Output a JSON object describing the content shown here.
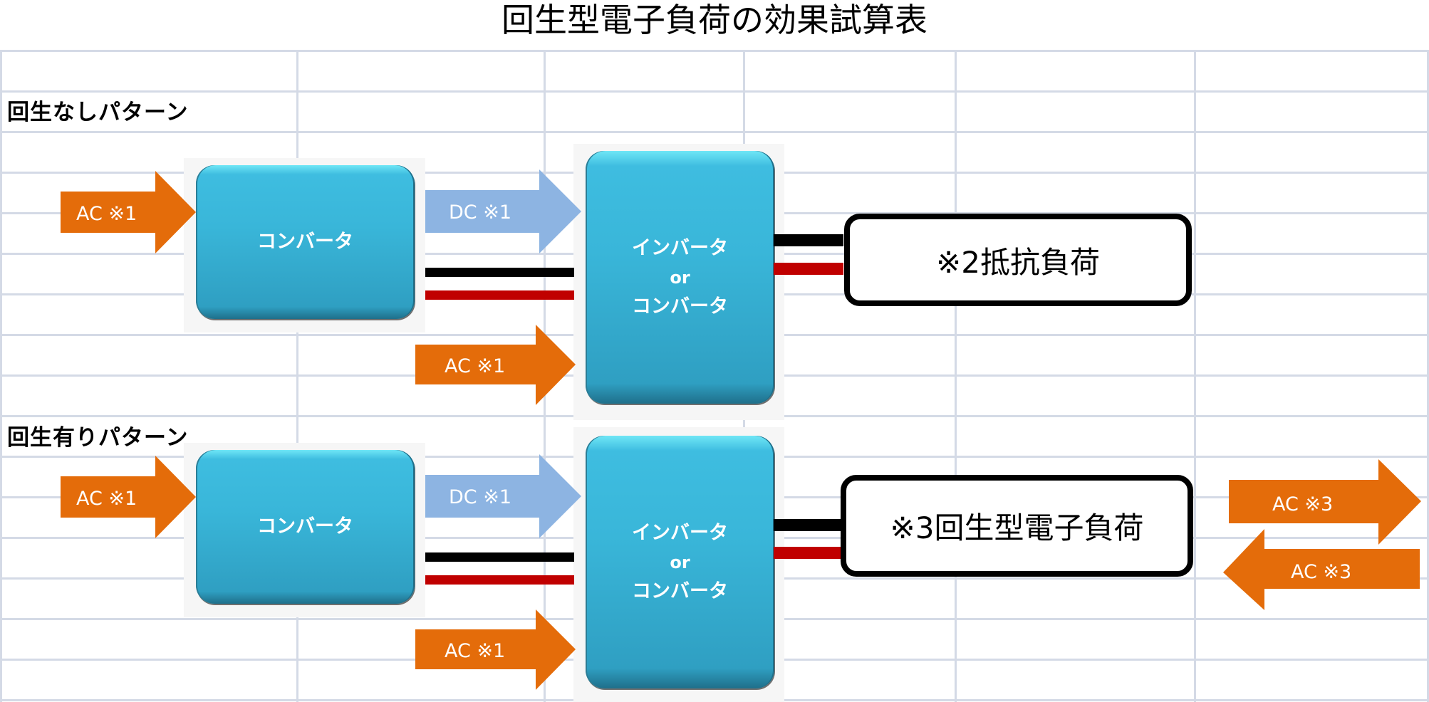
{
  "title": "回生型電子負荷の効果試算表",
  "colors": {
    "ac_arrow": "#e46c0a",
    "dc_arrow": "#8db4e2",
    "block_fill": "#39b6d9",
    "wire_negative": "#000000",
    "wire_positive": "#c00000",
    "gridline": "#d4dae6"
  },
  "sections": [
    {
      "label": "回生なしパターン",
      "input_arrow": "AC ※1",
      "converter": "コンバータ",
      "dc_arrow": "DC ※1",
      "ac_arrow": "AC ※1",
      "inverter": {
        "line1": "インバータ",
        "line2": "or",
        "line3": "コンバータ"
      },
      "load": "※2抵抗負荷"
    },
    {
      "label": "回生有りパターン",
      "input_arrow": "AC ※1",
      "converter": "コンバータ",
      "dc_arrow": "DC ※1",
      "ac_arrow": "AC ※1",
      "inverter": {
        "line1": "インバータ",
        "line2": "or",
        "line3": "コンバータ"
      },
      "load": "※3回生型電子負荷",
      "regen_out_arrow": "AC ※3",
      "regen_in_arrow": "AC ※3"
    }
  ]
}
